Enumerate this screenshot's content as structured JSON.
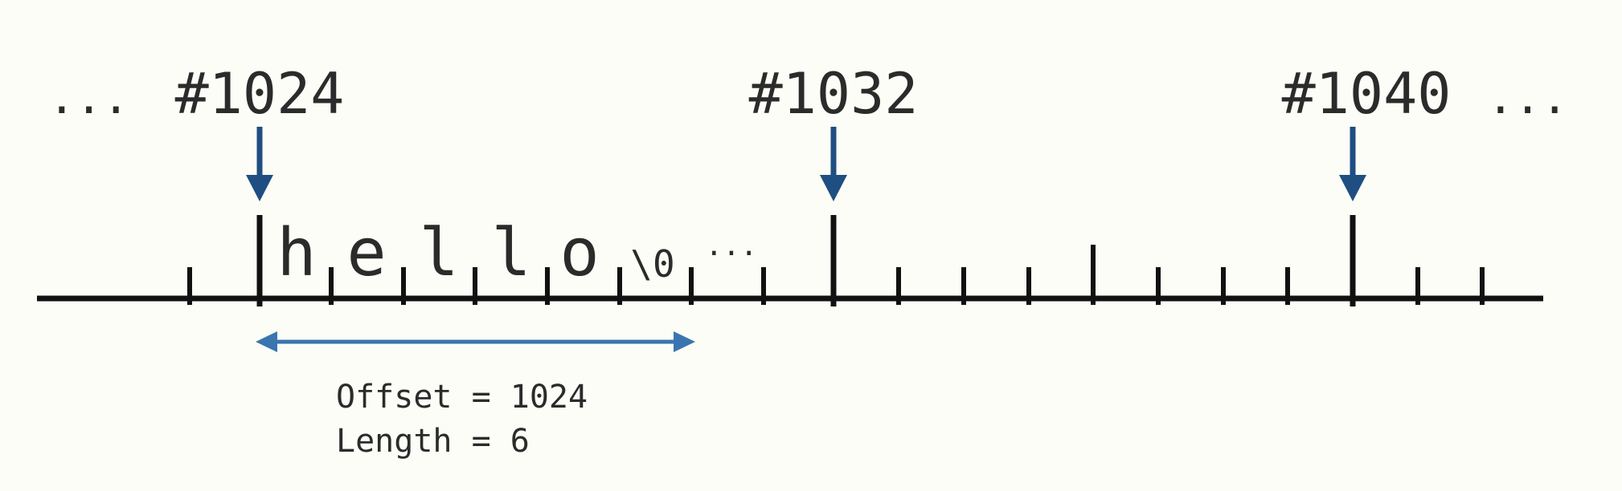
{
  "background": "#fdfdf7",
  "colors": {
    "axis": "#111111",
    "pointer": "#1f4e82",
    "span": "#3a75b0",
    "text": "#2b2b2b"
  },
  "leading_ellipsis": "...",
  "trailing_ellipsis": "...",
  "addresses": [
    "#1024",
    "#1032",
    "#1040"
  ],
  "cells": [
    "h",
    "e",
    "l",
    "l",
    "o",
    "\\0"
  ],
  "continuation": "...",
  "annotation": {
    "offset": "Offset = 1024",
    "length": "Length = 6"
  }
}
